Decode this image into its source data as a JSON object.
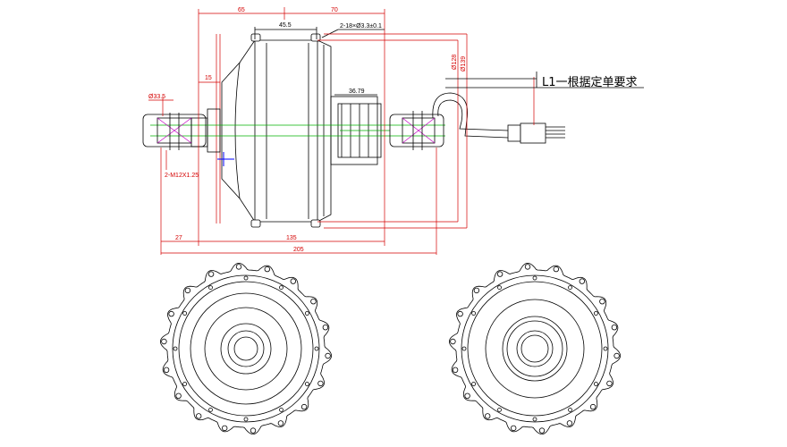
{
  "dimensions": {
    "d65": "65",
    "d70": "70",
    "d45_5": "45.5",
    "hole_spec": "2-18×Ø3.3±0.1",
    "d15": "15",
    "d36_79": "36.79",
    "d33": "Ø33.5",
    "thread": "2-M12X1.25",
    "dia128": "Ø128",
    "dia139": "Ø139",
    "d27": "27",
    "d135": "135",
    "d205": "205"
  },
  "note": {
    "cable_length": "L1一根据定单要求"
  },
  "flange_holes": 18,
  "colors": {
    "outline": "#000000",
    "dimension": "#d40000",
    "axle": "#00b000",
    "bearing": "#c000c0",
    "centre_mark": "#0000ff"
  }
}
